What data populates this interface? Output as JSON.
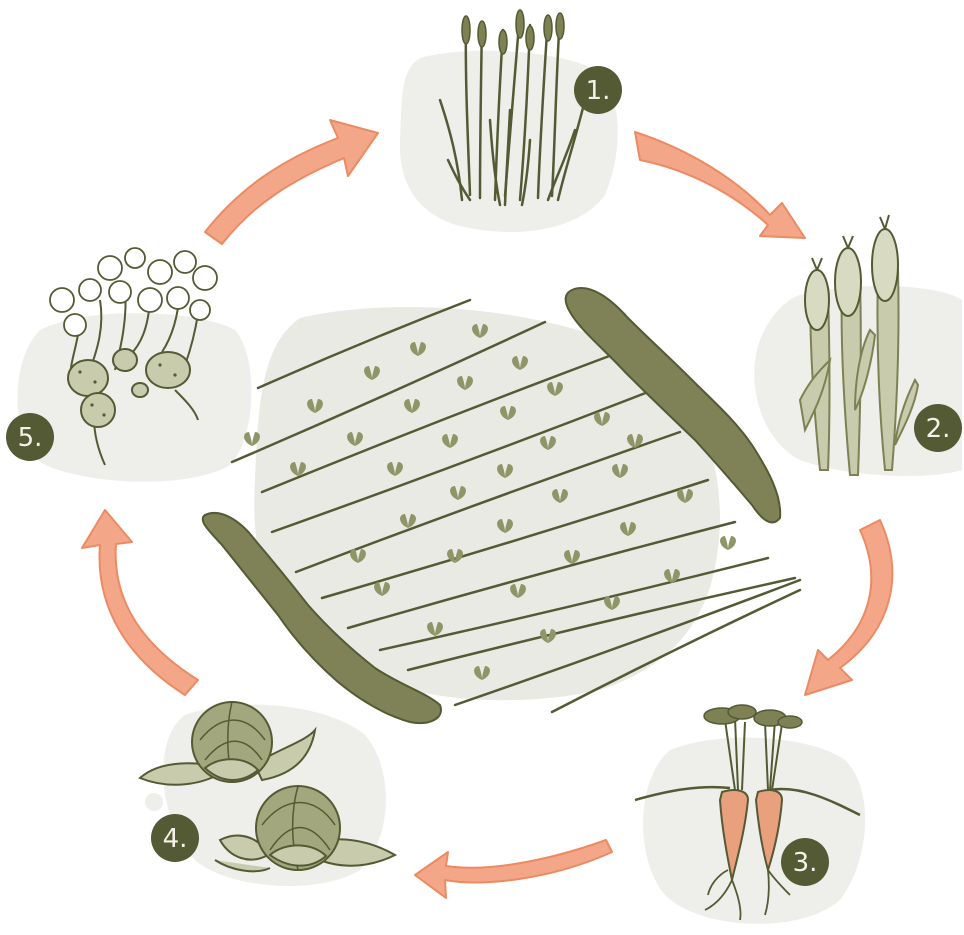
{
  "colors": {
    "background": "#ffffff",
    "blob": "#eeeeea",
    "field": "#e9eae4",
    "dark": "#545a33",
    "mid": "#7d8154",
    "hedge": "#7f8156",
    "seedling": "#8f9566",
    "arrow": "#f4a788",
    "arrow_edge": "#ec8a62",
    "root": "#e9a07d",
    "plant_light": "#c8ccad"
  },
  "stages": [
    {
      "number": "1.",
      "icon": "grass-icon"
    },
    {
      "number": "2.",
      "icon": "corn-icon"
    },
    {
      "number": "3.",
      "icon": "carrot-icon"
    },
    {
      "number": "4.",
      "icon": "cabbage-icon"
    },
    {
      "number": "5.",
      "icon": "potato-icon"
    }
  ]
}
